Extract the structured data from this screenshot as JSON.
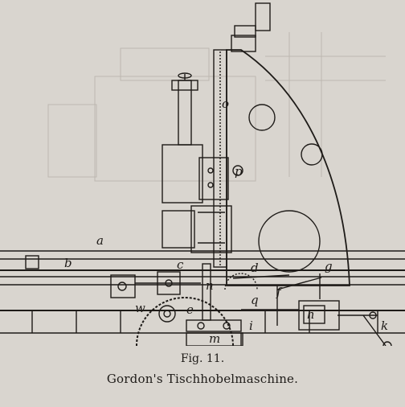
{
  "figure": {
    "number": "Fig. 11.",
    "title": "Gordon's Tischhobelmaschine.",
    "labels": [
      "a",
      "b",
      "c",
      "d",
      "e",
      "f",
      "g",
      "h",
      "i",
      "k",
      "m",
      "n",
      "o",
      "p",
      "q",
      "w"
    ]
  },
  "colors": {
    "ink": "#1e1b18",
    "paper": "#d9d5cf",
    "ghost": "#bdb8b1"
  }
}
